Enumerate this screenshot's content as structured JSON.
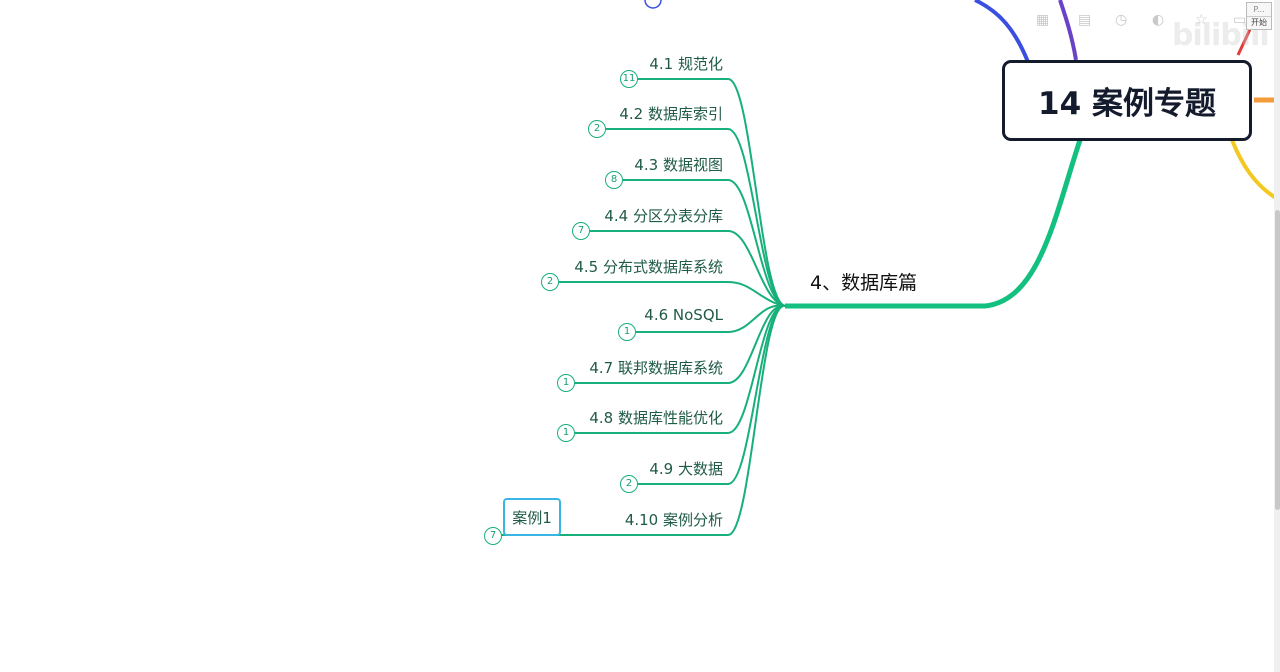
{
  "root": {
    "label": "14 案例专题"
  },
  "center": {
    "label": "4、数据库篇"
  },
  "branches": [
    {
      "label": "4.1 规范化",
      "count": "11"
    },
    {
      "label": "4.2 数据库索引",
      "count": "2"
    },
    {
      "label": "4.3 数据视图",
      "count": "8"
    },
    {
      "label": "4.4 分区分表分库",
      "count": "7"
    },
    {
      "label": "4.5 分布式数据库系统",
      "count": "2"
    },
    {
      "label": "4.6 NoSQL",
      "count": "1"
    },
    {
      "label": "4.7 联邦数据库系统",
      "count": "1"
    },
    {
      "label": "4.8 数据库性能优化",
      "count": "1"
    },
    {
      "label": "4.9 大数据",
      "count": "2"
    },
    {
      "label": "4.10 案例分析",
      "count": ""
    }
  ],
  "case_node": {
    "label": "案例1",
    "count": "7"
  },
  "overlay": {
    "start_widget_top": "P...",
    "start_widget_bottom": "开始",
    "watermark": "bilibili"
  },
  "colors": {
    "branch": "#17b07a",
    "trunk": "#13c07f",
    "blue_branch": "#3a4fe0",
    "orange_branch": "#f39b3a",
    "yellow_branch": "#f3c823",
    "root_border": "#141b2d",
    "case_border": "#3ab6e6"
  }
}
